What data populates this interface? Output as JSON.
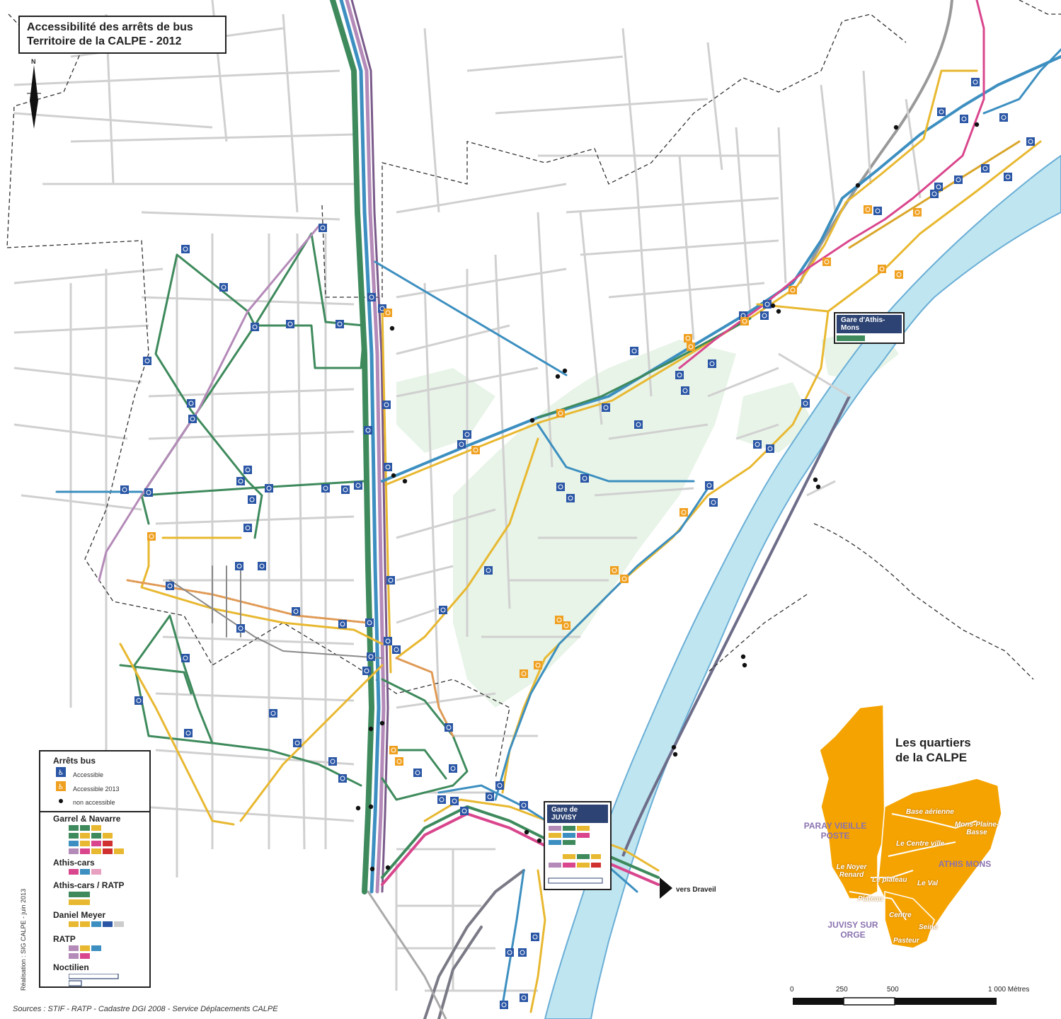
{
  "title": {
    "line1": "Accessibilité des arrêts de bus",
    "line2": "Territoire de la CALPE - 2012"
  },
  "north_label": "N",
  "stations": {
    "athis_mons": {
      "label": "Gare d'Athis-Mons"
    },
    "juvisy": {
      "label": "Gare de JUVISY"
    }
  },
  "destination": {
    "label": "vers Draveil"
  },
  "legend": {
    "stops_title": "Arrêts bus",
    "accessible": "Accessible",
    "accessible_2013": "Accessible 2013",
    "non_accessible": "non accessible",
    "operators": [
      "Garrel & Navarre",
      "Athis-cars",
      "Athis-cars / RATP",
      "Daniel Meyer",
      "RATP",
      "Noctilien"
    ]
  },
  "inset": {
    "title_line1": "Les quartiers",
    "title_line2": "de la CALPE",
    "quartiers": [
      "Base aérienne",
      "Mons-Plaine-Basse",
      "Le Centre ville",
      "Le Noyer Renard",
      "Le plateau",
      "Le Val",
      "Plateau",
      "Centre",
      "Seine",
      "Pasteur"
    ],
    "communes": [
      "PARAY VIEILLE POSTE",
      "ATHIS MONS",
      "JUVISY SUR ORGE"
    ]
  },
  "scale": {
    "ticks": [
      "0",
      "250",
      "500",
      "1 000 Mètres"
    ]
  },
  "sources": "Sources : STIF - RATP - Cadastre DGI 2008 - Service Déplacements CALPE",
  "credit": "Réalisation : SIG CALPE - juin 2013",
  "colors": {
    "river": "#bfe6f0",
    "river_edge": "#6aaed6",
    "street": "#cfcfcf",
    "green_space": "#e4f2e4",
    "orange_quartier": "#f5a300",
    "stop_blue": "#2a56a5",
    "stop_orange": "#f0a020",
    "line_green": "#3e8a5c",
    "line_blue": "#3c8fc0",
    "line_pink": "#d9468d",
    "line_yellow": "#e8b830",
    "line_mauve": "#b48ab8",
    "line_grey": "#7a7a86"
  }
}
